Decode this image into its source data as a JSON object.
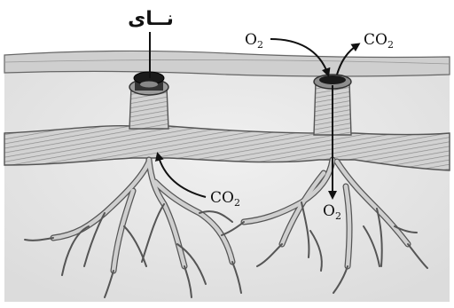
{
  "diagram": {
    "spiracle_label": "نــای",
    "label_o2_top": {
      "main": "O",
      "sub": "2"
    },
    "label_co2_top": {
      "main": "CO",
      "sub": "2"
    },
    "label_co2_bottom": {
      "main": "CO",
      "sub": "2"
    },
    "label_o2_bottom": {
      "main": "O",
      "sub": "2"
    },
    "colors": {
      "tissue": "#e8e8e8",
      "tube_fill": "#d0d0d0",
      "tube_stroke": "#555555",
      "ring_stroke": "#8a8a8a",
      "arrow": "#111111",
      "opening": "#1a1a1a"
    }
  }
}
